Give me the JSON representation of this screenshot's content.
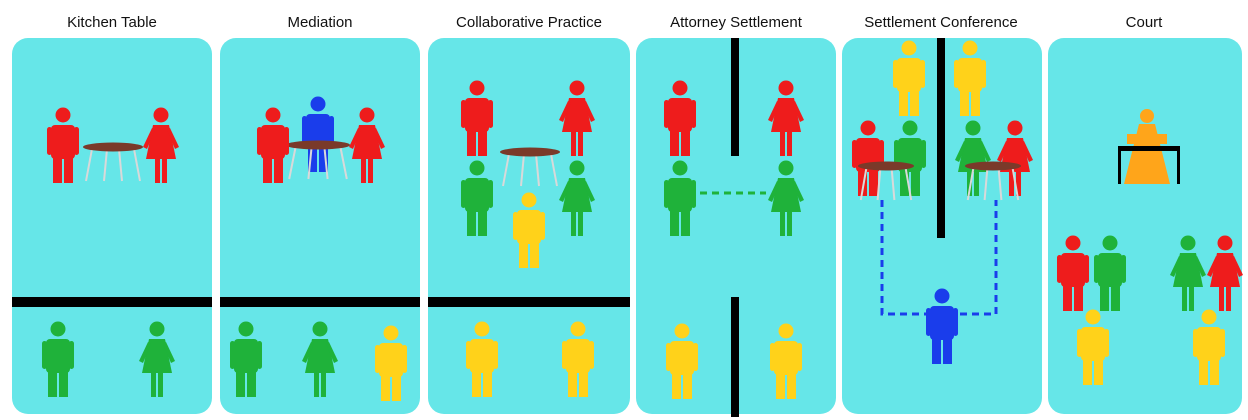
{
  "colors": {
    "panel": "#66E6E8",
    "client": "#EE1C1C",
    "lawyer": "#1FB23A",
    "professional": "#FFD21A",
    "mediator": "#1A3DEB",
    "judge": "#FFA51A",
    "barrier": "#000000",
    "table_top": "#7A3A2A",
    "table_legs": "#D9D9D9",
    "link": "#1FB23A",
    "link_blue": "#1A3DEB"
  },
  "panels": [
    {
      "title": "Kitchen Table"
    },
    {
      "title": "Mediation"
    },
    {
      "title": "Collaborative Practice"
    },
    {
      "title": "Attorney Settlement"
    },
    {
      "title": "Settlement Conference"
    },
    {
      "title": "Court"
    }
  ]
}
